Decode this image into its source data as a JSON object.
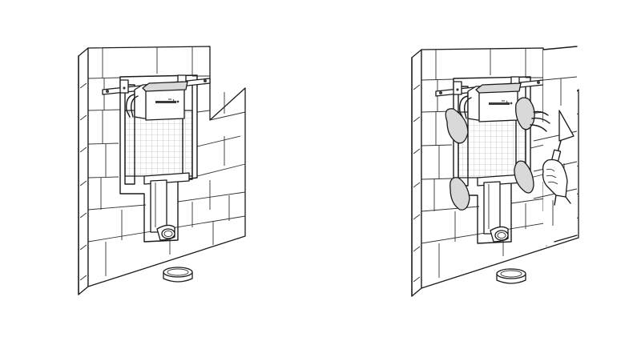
{
  "figure": {
    "panels": [
      {
        "id": "panel-left",
        "step": "frame-installed-in-brick-wall",
        "has_plaster_patches": false,
        "has_trowel": false
      },
      {
        "id": "panel-right",
        "step": "gaps-filled-with-mortar",
        "has_plaster_patches": true,
        "has_trowel": true
      }
    ],
    "palette": {
      "stroke": "#1a1a1a",
      "mortar_patch": "#d9d9d9",
      "mesh": "#9a9a9a",
      "background": "#ffffff"
    },
    "icons": [
      "brick-wall",
      "wall-hung-toilet-frame",
      "cistern",
      "mounting-bracket",
      "drain-pipe",
      "floor-flange",
      "mortar-patch",
      "trowel",
      "hand"
    ]
  }
}
